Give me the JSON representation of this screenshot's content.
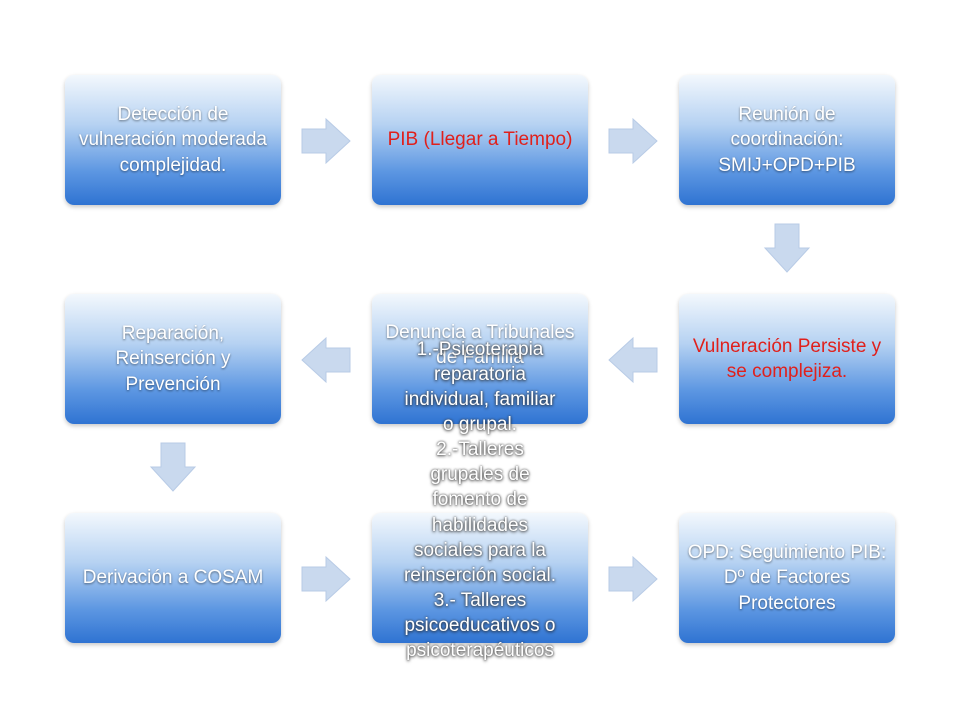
{
  "boxes": {
    "b1": "Detección de vulneración moderada complejidad.",
    "b2": "PIB (Llegar a Tiempo)",
    "b3": "Reunión de coordinación: SMIJ+OPD+PIB",
    "b4": "Vulneración Persiste y se complejiza.",
    "b5": "Denuncia a Tribunales de Familia",
    "b6": "Reparación, Reinserción y Prevención",
    "b7": "Derivación a COSAM",
    "b9": "OPD: Seguimiento PIB: Dº de Factores Protectores"
  },
  "overflow_text": {
    "lines": [
      "1.-Psicoterapia",
      "reparatoria",
      "individual, familiar",
      "o grupal.",
      "2.-Talleres",
      "grupales de",
      "fomento de",
      "habilidades",
      "sociales para la",
      "reinserción social.",
      "3.- Talleres",
      "psicoeducativos o",
      "psicoterapéuticos"
    ]
  },
  "colors": {
    "box_gradient_top": "#f3f8fd",
    "box_gradient_bottom": "#2f73d2",
    "arrow_fill": "#c9d9ee",
    "red_text": "#e0201c",
    "white_text": "#ffffff"
  }
}
